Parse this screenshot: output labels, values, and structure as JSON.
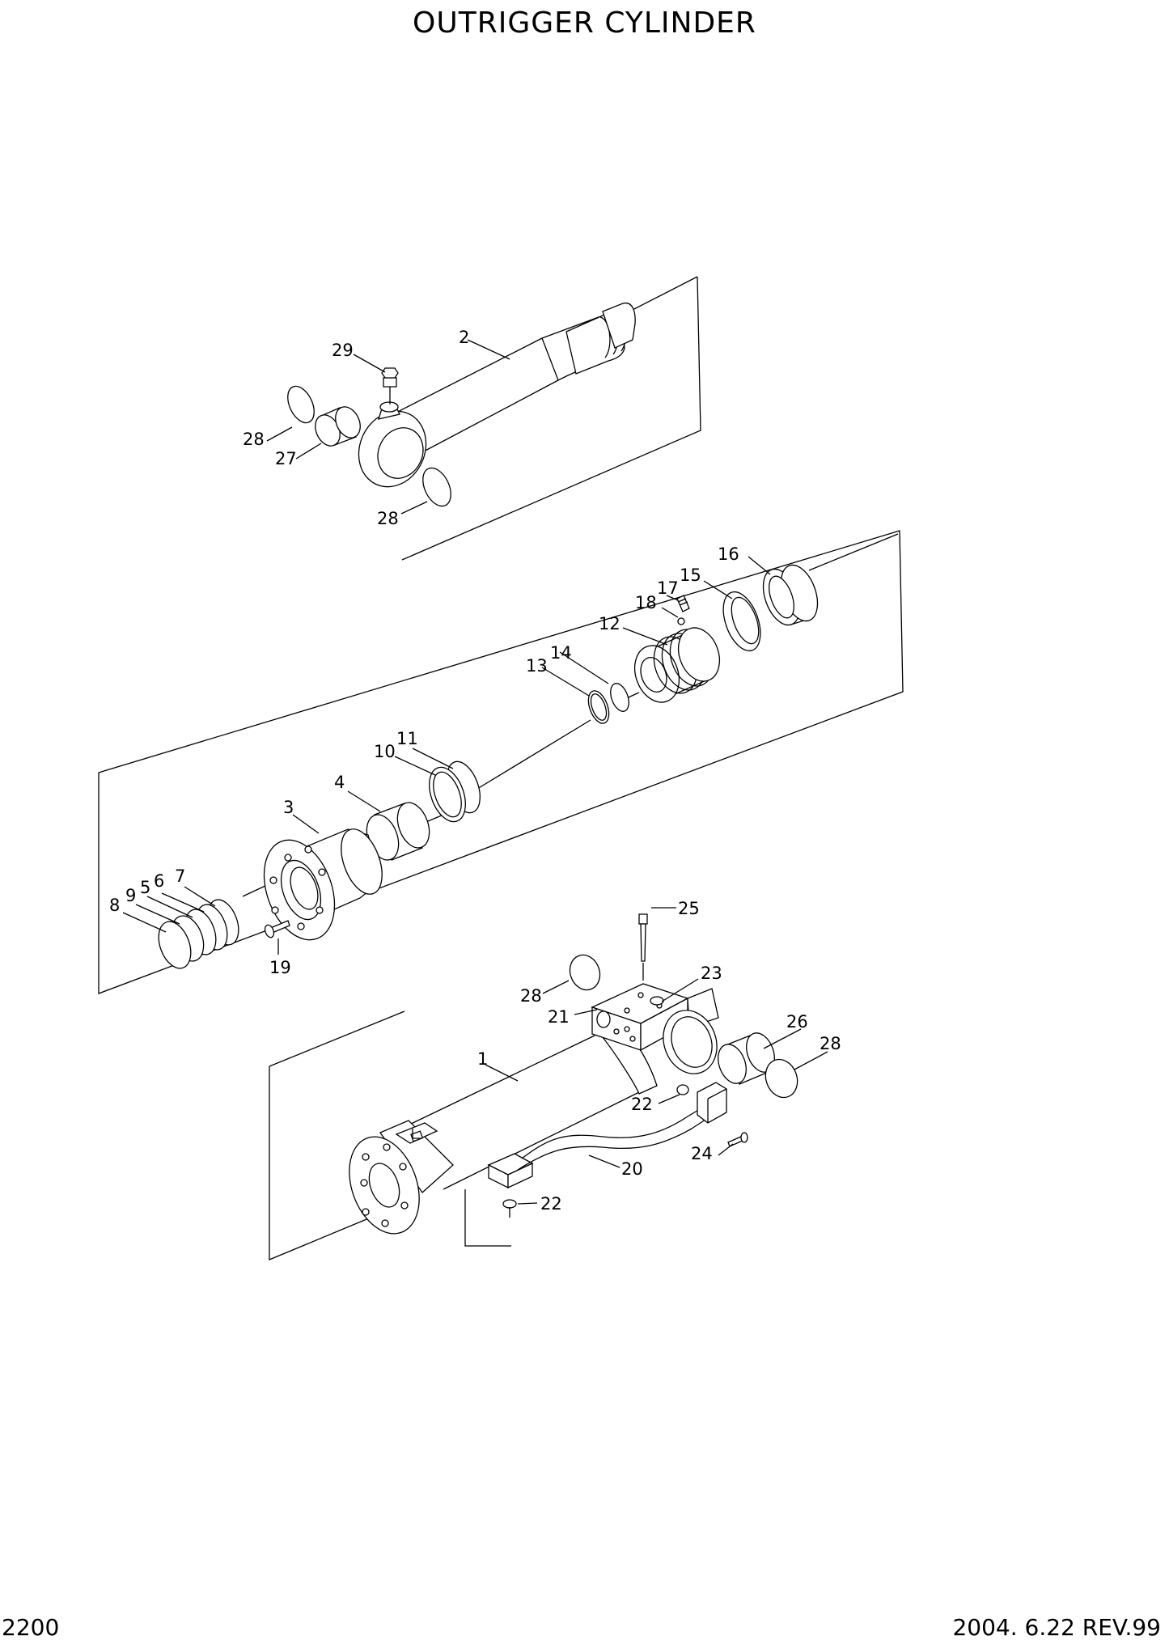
{
  "header": {
    "title": "OUTRIGGER CYLINDER"
  },
  "footer": {
    "page_number": "2200",
    "revision": "2004. 6.22  REV.99"
  },
  "callouts": {
    "c29": "29",
    "c2": "2",
    "c28a": "28",
    "c27": "27",
    "c28b": "28",
    "c16": "16",
    "c15": "15",
    "c17": "17",
    "c18": "18",
    "c12": "12",
    "c14": "14",
    "c13": "13",
    "c11": "11",
    "c10": "10",
    "c4": "4",
    "c3": "3",
    "c7": "7",
    "c6": "6",
    "c5": "5",
    "c9": "9",
    "c8": "8",
    "c19": "19",
    "c25": "25",
    "c23": "23",
    "c28c": "28",
    "c21": "21",
    "c26": "26",
    "c28d": "28",
    "c1": "1",
    "c22a": "22",
    "c24": "24",
    "c20": "20",
    "c22b": "22"
  }
}
